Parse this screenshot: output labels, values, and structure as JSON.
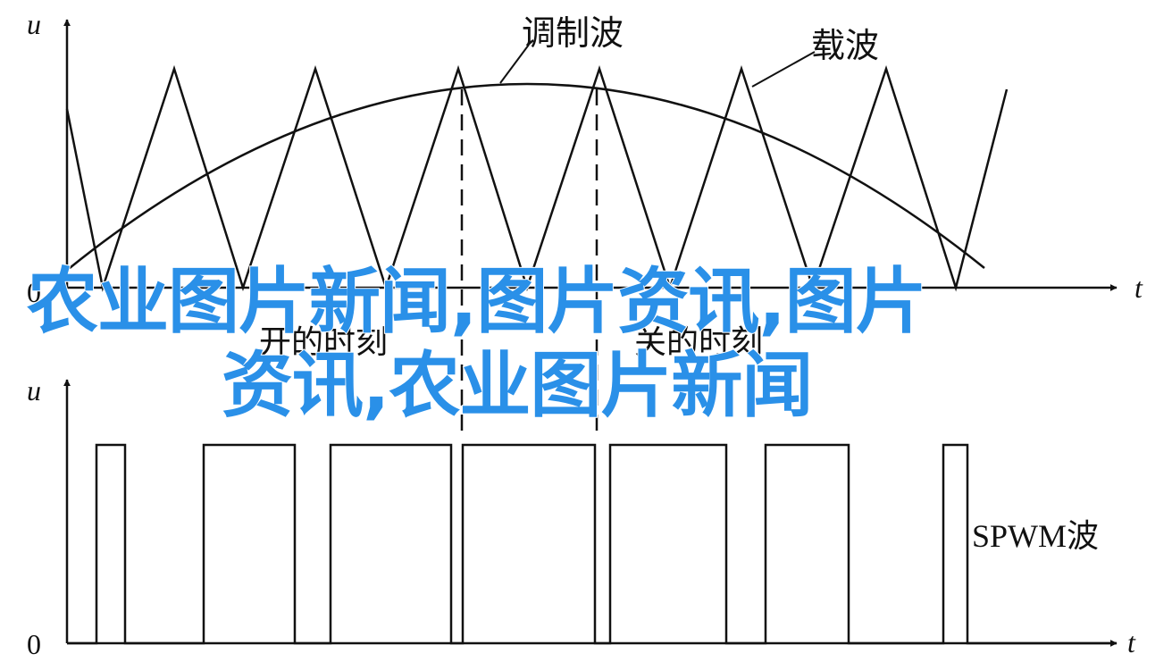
{
  "labels": {
    "top_y_axis": "u",
    "top_x_axis": "t",
    "top_origin": "0",
    "modulating_wave": "调制波",
    "carrier_wave": "载波",
    "on_moment": "开的时刻",
    "off_moment": "关的时刻",
    "bottom_y_axis": "u",
    "bottom_x_axis": "t",
    "bottom_origin": "0",
    "spwm_wave": "SPWM波"
  },
  "watermark": {
    "line1": "农业图片新闻,图片资讯,图片",
    "line2": "资讯,农业图片新闻",
    "color": "#2a90e8"
  },
  "colors": {
    "stroke": "#111111",
    "background": "#ffffff"
  }
}
